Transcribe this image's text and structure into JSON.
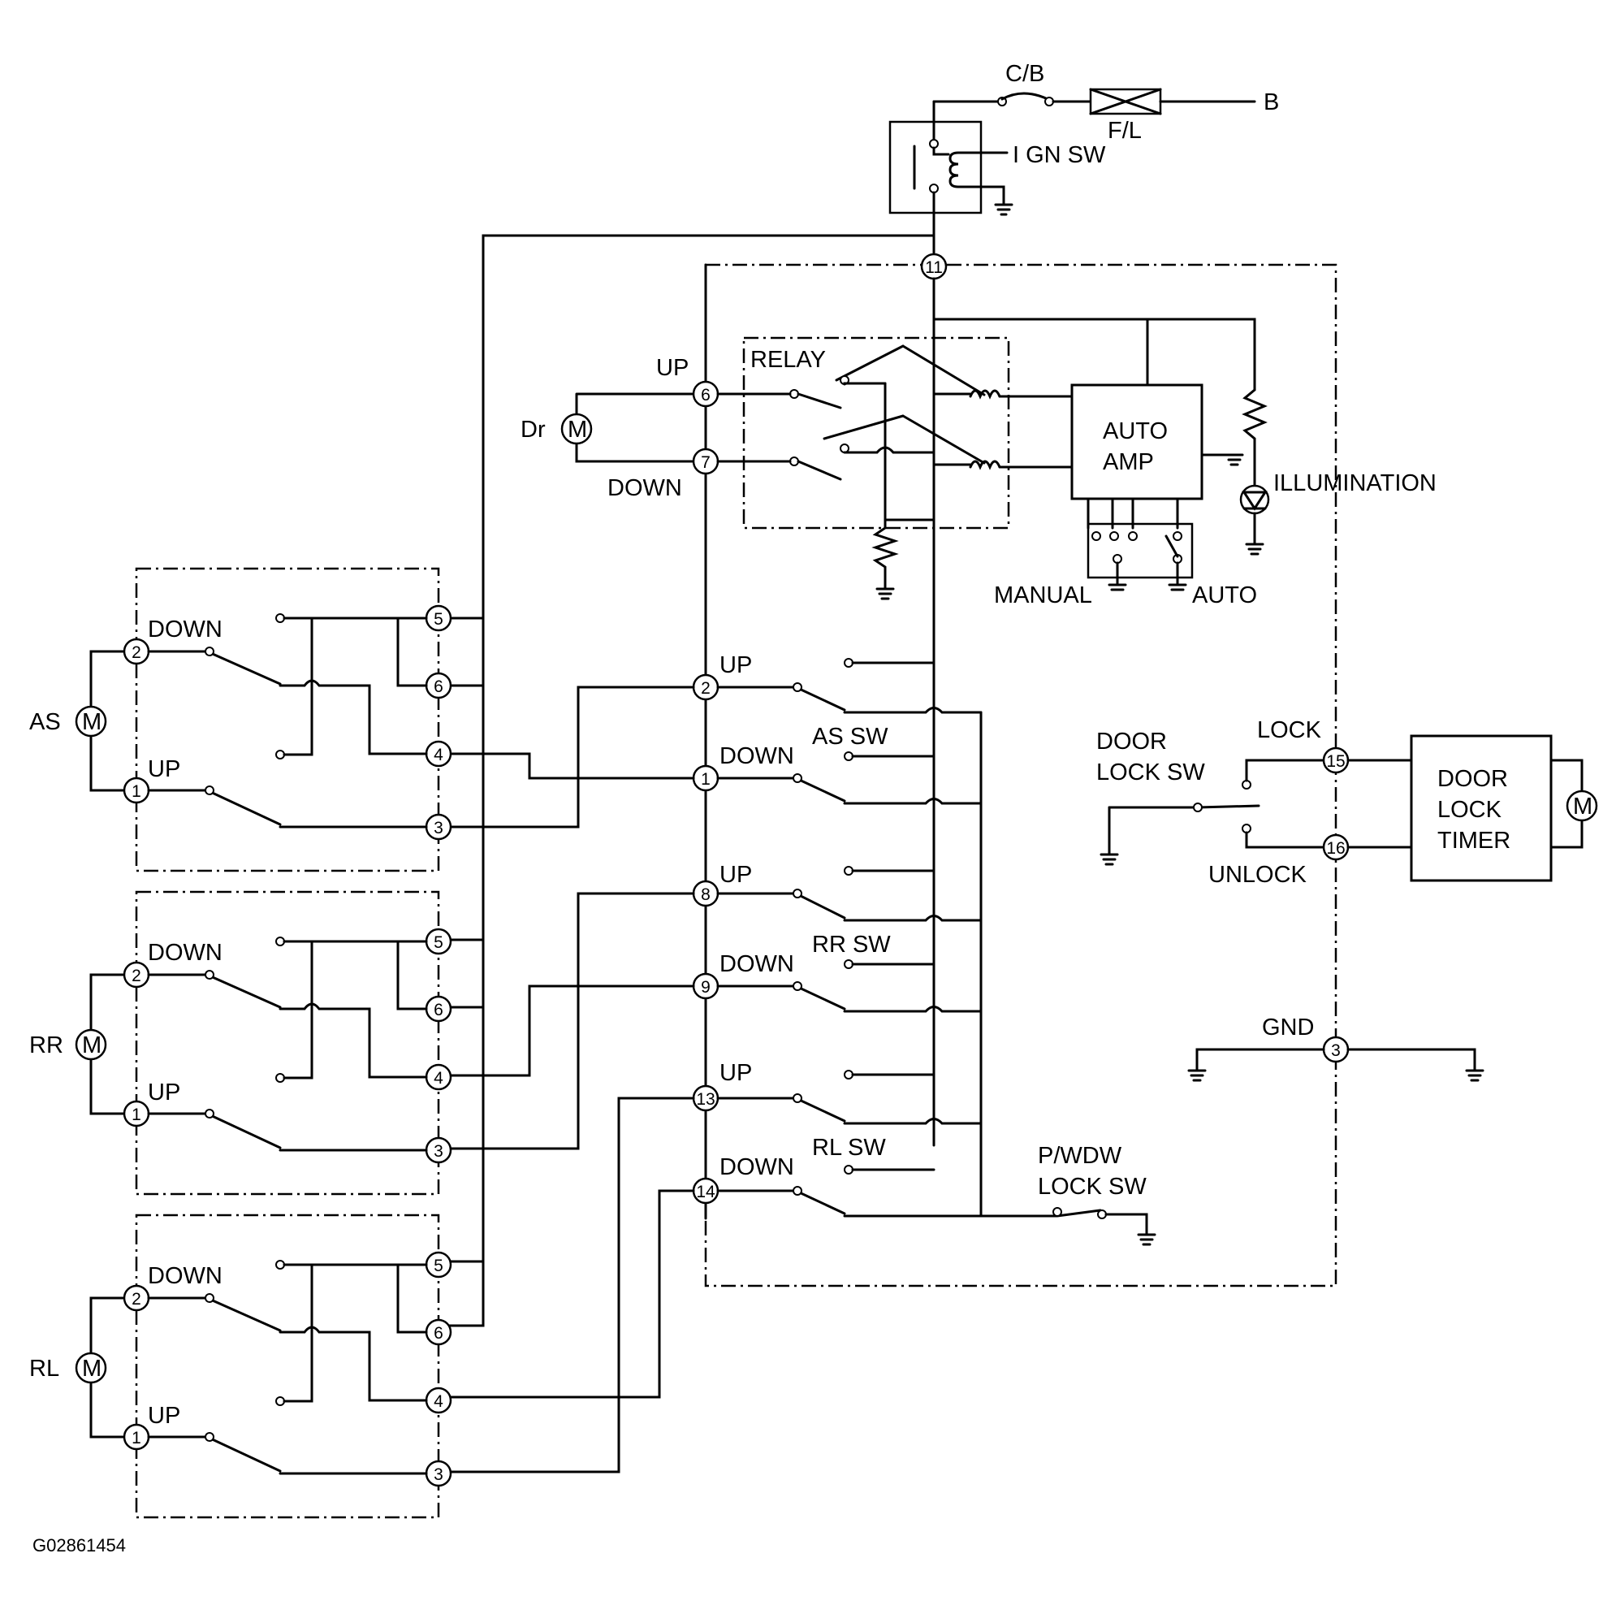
{
  "supply": {
    "circuit_breaker": "C/B",
    "fusible_link": "F/L",
    "battery": "B",
    "ignition_switch": "I GN SW"
  },
  "main_switch": {
    "relay": "RELAY",
    "auto_amp_line1": "AUTO",
    "auto_amp_line2": "AMP",
    "illumination": "ILLUMINATION",
    "manual": "MANUAL",
    "auto": "AUTO",
    "up": "UP",
    "down": "DOWN",
    "driver_motor": "Dr",
    "motor_symbol": "M",
    "as_switch": "AS SW",
    "rr_switch": "RR SW",
    "rl_switch": "RL SW",
    "pins": {
      "ign": "11",
      "dr_up": "6",
      "dr_down": "7",
      "as_up": "2",
      "as_down": "1",
      "rr_up": "8",
      "rr_down": "9",
      "rl_up": "13",
      "rl_down": "14",
      "lock": "15",
      "unlock": "16",
      "gnd": "3"
    }
  },
  "door_lock": {
    "switch_line1": "DOOR",
    "switch_line2": "LOCK SW",
    "lock": "LOCK",
    "unlock": "UNLOCK",
    "timer_line1": "DOOR",
    "timer_line2": "LOCK",
    "timer_line3": "TIMER",
    "gnd": "GND"
  },
  "pwdw_lock": {
    "line1": "P/WDW",
    "line2": "LOCK SW"
  },
  "sub_switches": [
    {
      "motor": "AS",
      "down": "DOWN",
      "up": "UP",
      "pins": [
        "2",
        "1",
        "5",
        "6",
        "4",
        "3"
      ]
    },
    {
      "motor": "RR",
      "down": "DOWN",
      "up": "UP",
      "pins": [
        "2",
        "1",
        "5",
        "6",
        "4",
        "3"
      ]
    },
    {
      "motor": "RL",
      "down": "DOWN",
      "up": "UP",
      "pins": [
        "2",
        "1",
        "5",
        "6",
        "4",
        "3"
      ]
    }
  ],
  "figure_id": "G02861454"
}
